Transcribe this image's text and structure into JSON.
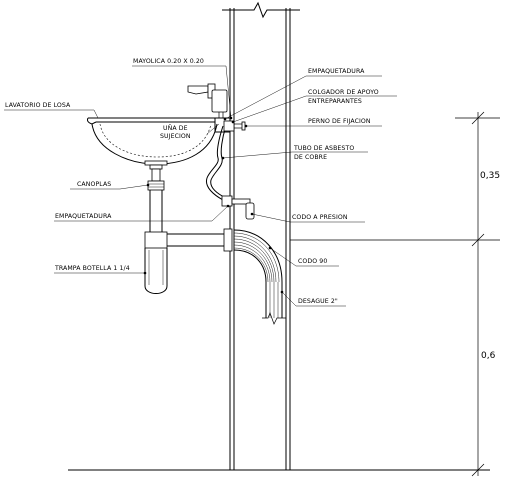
{
  "labels": {
    "mayolica": "MAYOLICA 0.20 X 0.20",
    "empaquetadura_top": "EMPAQUETADURA",
    "colgador": "COLGADOR DE APOYO",
    "entreparantes": "ENTREPARANTES",
    "lavatorio": "LAVATORIO DE LOSA",
    "una": "UÑA DE",
    "sujecion": "SUJECION",
    "perno": "PERNO DE FIJACION",
    "tubo": "TUBO DE ASBESTO",
    "cobre": "DE COBRE",
    "canoplas": "CANOPLAS",
    "empaquetadura_mid": "EMPAQUETADURA",
    "codo_presion": "CODO A PRESION",
    "codo_90": "CODO 90",
    "trampa": "TRAMPA BOTELLA 1 1/4",
    "desague": "DESAGUE 2\""
  },
  "dimensions": {
    "upper": "0,35",
    "lower": "0,6"
  }
}
